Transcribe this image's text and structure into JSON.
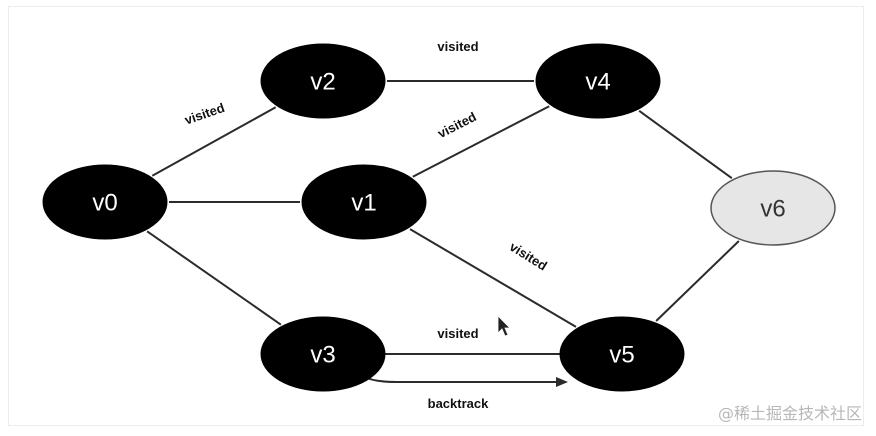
{
  "diagram": {
    "nodes": [
      {
        "id": "v0",
        "label": "v0",
        "visited": true
      },
      {
        "id": "v1",
        "label": "v1",
        "visited": true
      },
      {
        "id": "v2",
        "label": "v2",
        "visited": true
      },
      {
        "id": "v3",
        "label": "v3",
        "visited": true
      },
      {
        "id": "v4",
        "label": "v4",
        "visited": true
      },
      {
        "id": "v5",
        "label": "v5",
        "visited": true
      },
      {
        "id": "v6",
        "label": "v6",
        "visited": false
      }
    ],
    "edges": [
      {
        "from": "v0",
        "to": "v2",
        "label": "visited"
      },
      {
        "from": "v0",
        "to": "v1",
        "label": ""
      },
      {
        "from": "v0",
        "to": "v3",
        "label": ""
      },
      {
        "from": "v2",
        "to": "v4",
        "label": "visited"
      },
      {
        "from": "v1",
        "to": "v4",
        "label": "visited"
      },
      {
        "from": "v1",
        "to": "v5",
        "label": "visited"
      },
      {
        "from": "v3",
        "to": "v5",
        "label": "visited"
      },
      {
        "from": "v4",
        "to": "v6",
        "label": ""
      },
      {
        "from": "v5",
        "to": "v6",
        "label": ""
      }
    ],
    "backtrack": {
      "from": "v3",
      "to": "v5",
      "label": "backtrack"
    },
    "colors": {
      "visited_fill": "#000000",
      "visited_text": "#ffffff",
      "unvisited_fill": "#e6e6e6",
      "unvisited_text": "#333333",
      "edge": "#2b2b2b"
    }
  },
  "watermark": "@稀土掘金技术社区"
}
